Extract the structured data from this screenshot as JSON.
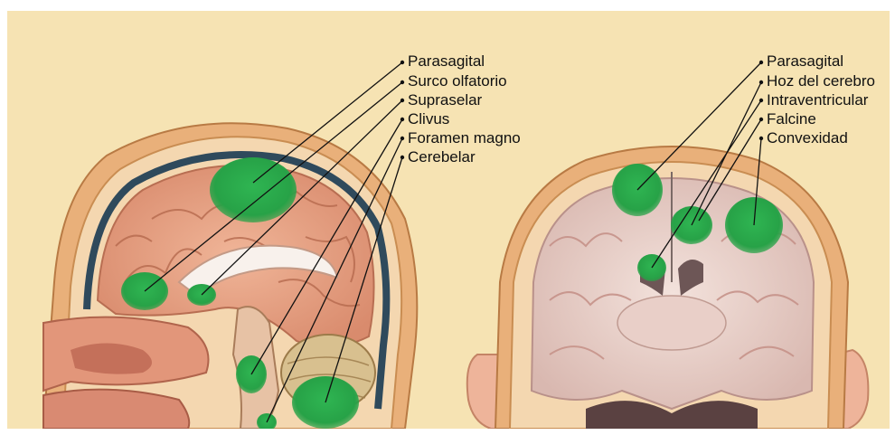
{
  "figure": {
    "sagittal_labels": [
      "Parasagital",
      "Surco olfatorio",
      "Supraselar",
      "Clivus",
      "Foramen magno",
      "Cerebelar"
    ],
    "coronal_labels": [
      "Parasagital",
      "Hoz del cerebro",
      "Intraventricular",
      "Falcine",
      "Convexidad"
    ],
    "colors": {
      "background": "#f6e3b3",
      "tumor": "#2aa44a",
      "brain": "#e7a184",
      "skull": "#d99a5c",
      "leader_line": "#111111"
    }
  }
}
